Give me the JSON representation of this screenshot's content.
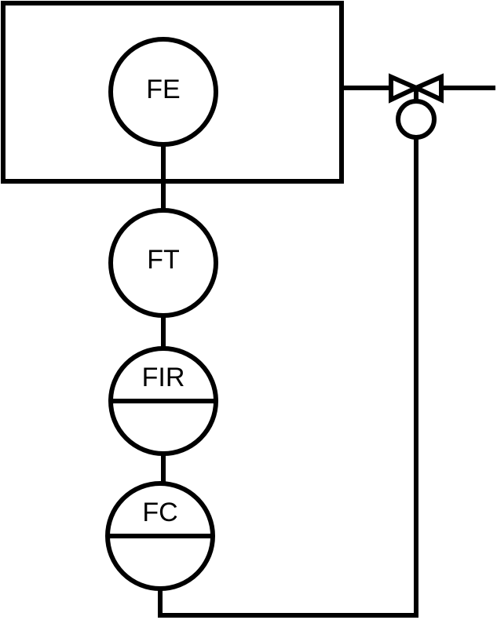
{
  "instruments": {
    "fe": {
      "tag": "FE"
    },
    "ft": {
      "tag": "FT"
    },
    "fir": {
      "tag": "FIR"
    },
    "fc": {
      "tag": "FC"
    }
  },
  "colors": {
    "line": "#000000",
    "background": "#ffffff"
  }
}
